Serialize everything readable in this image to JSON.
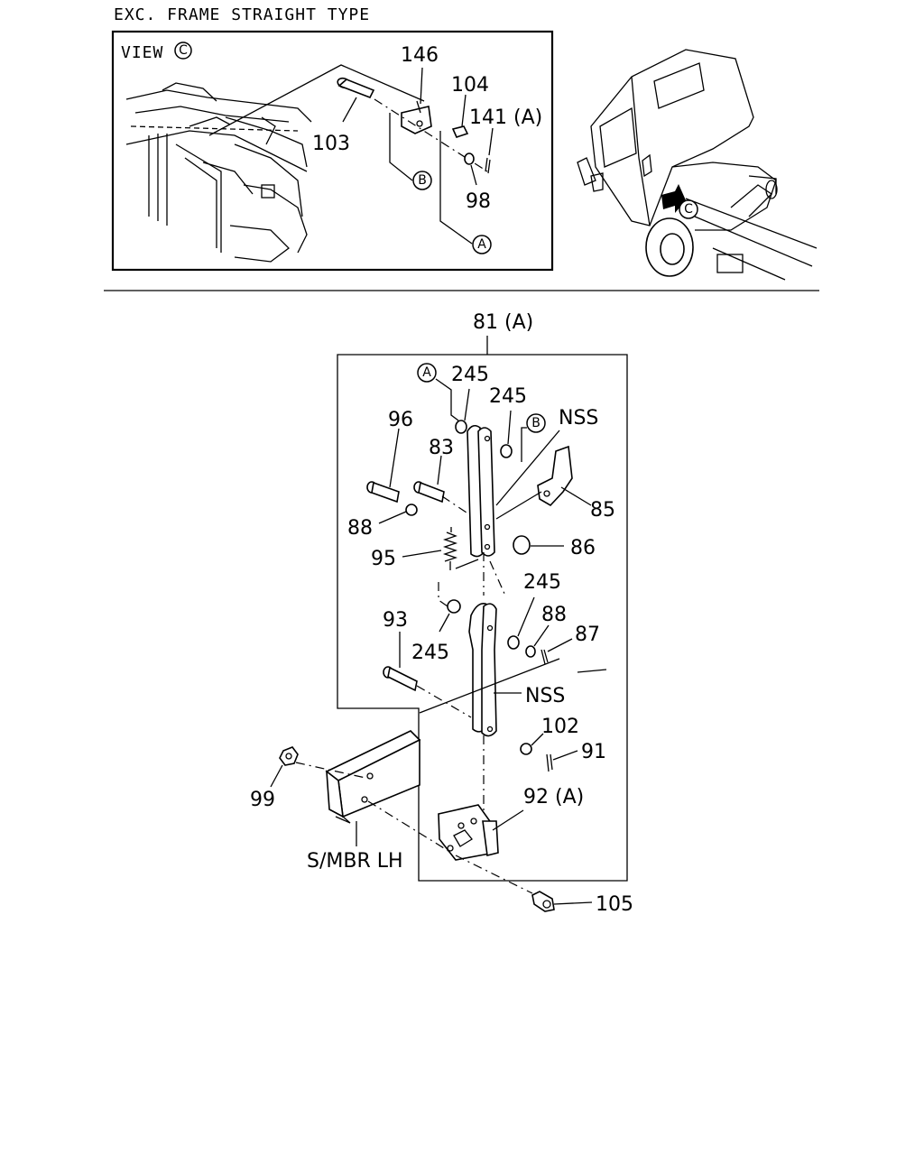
{
  "header": {
    "title": "EXC. FRAME STRAIGHT TYPE",
    "view_label": "VIEW",
    "view_letter": "C"
  },
  "view_c": {
    "labels": {
      "p146": "146",
      "p104": "104",
      "p141a": "141 (A)",
      "p103": "103",
      "p98": "98"
    },
    "markers": {
      "b": "B",
      "a": "A"
    },
    "truck_marker": "C"
  },
  "main": {
    "assembly_label": "81 (A)",
    "labels": {
      "p245_a": "245",
      "p245_b": "245",
      "nss_top": "NSS",
      "p96": "96",
      "p83": "83",
      "p85": "85",
      "p88_left": "88",
      "p86": "86",
      "p95": "95",
      "p245_c": "245",
      "p88_right": "88",
      "p93": "93",
      "p87": "87",
      "p245_d": "245",
      "nss_bottom": "NSS",
      "p102": "102",
      "p91": "91",
      "p99": "99",
      "p92a": "92 (A)",
      "smbr": "S/MBR LH",
      "p105": "105"
    },
    "markers": {
      "a": "A",
      "b": "B"
    }
  }
}
